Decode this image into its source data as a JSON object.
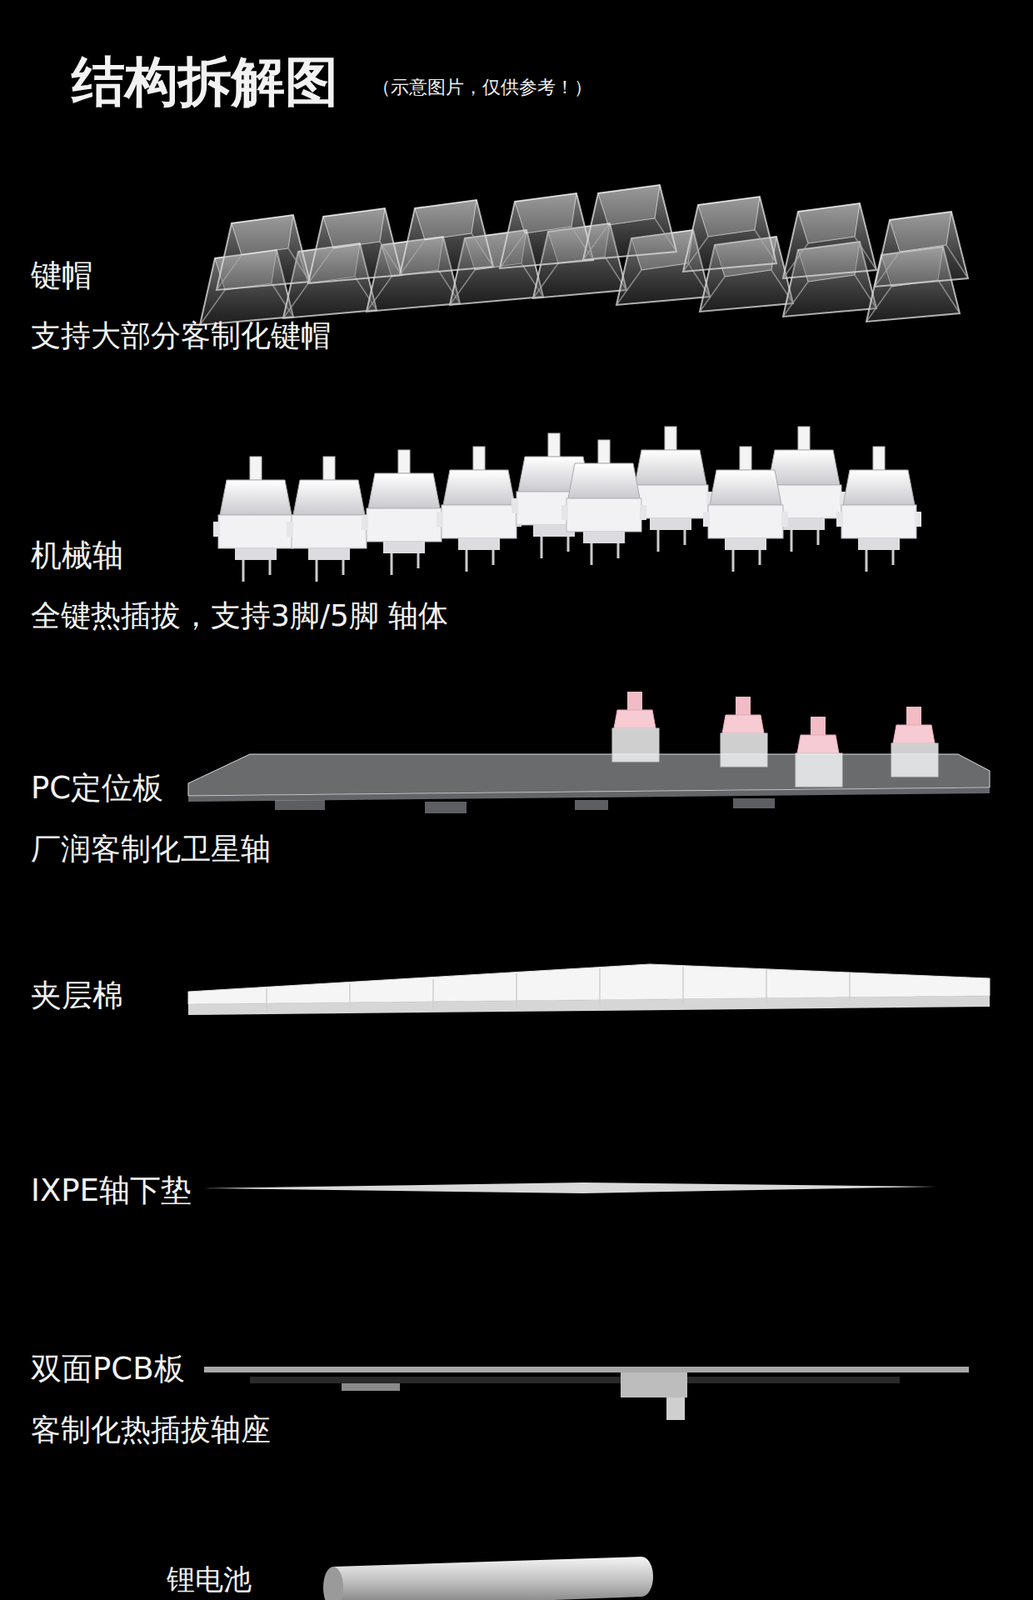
{
  "diagram": {
    "title": "结构拆解图",
    "labels": [
      "（示意图片，仅供参考！）",
      "键帽",
      "支持大部分客制化键帽",
      "机械轴",
      "全键热插拔，支持3脚/5脚 轴体",
      "PC定位板",
      "厂润客制化卫星轴",
      "夹层棉",
      "IXPE轴下垫",
      "双面PCB板",
      "客制化热插拔轴座",
      "锂电池"
    ]
  }
}
